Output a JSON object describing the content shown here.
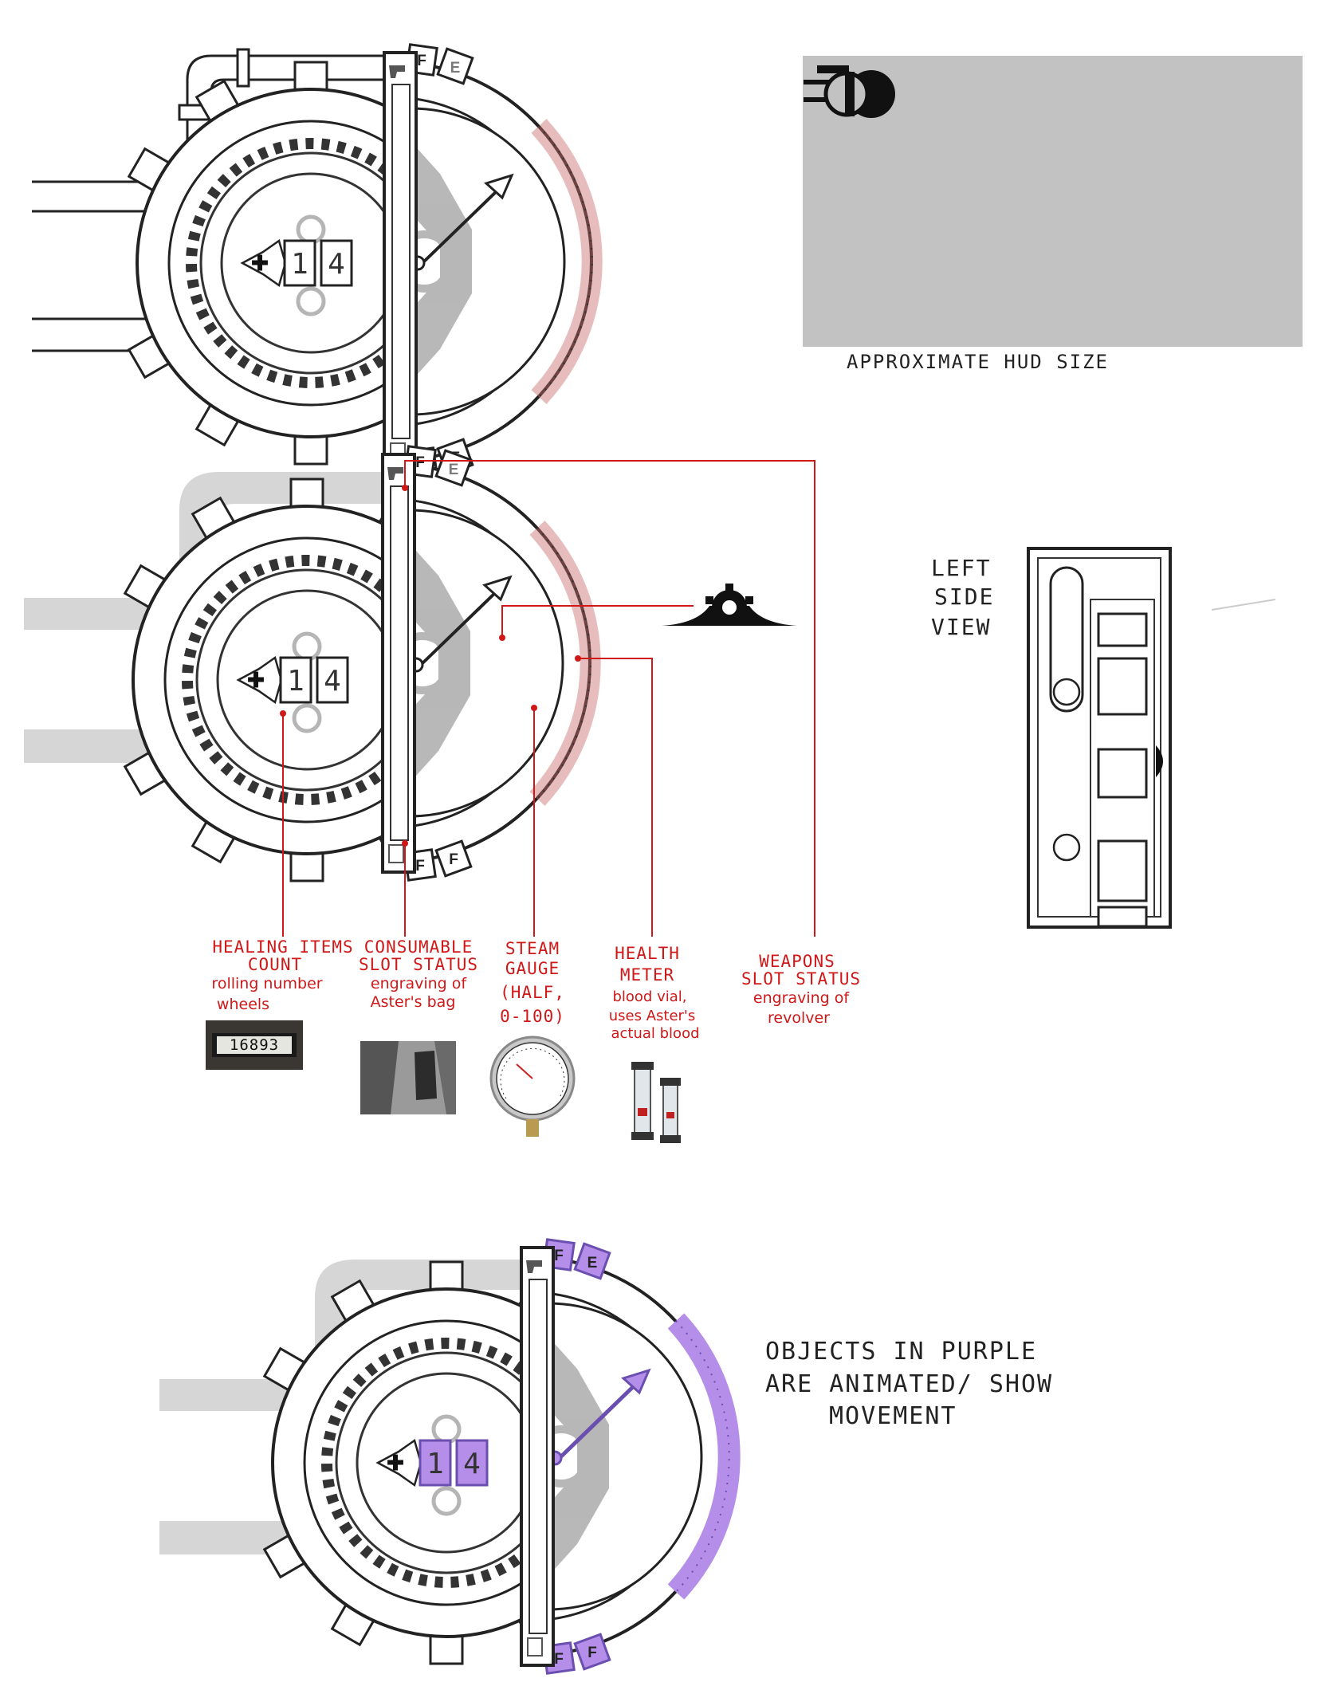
{
  "hud": {
    "counter_digits": [
      "1",
      "4"
    ],
    "slot_labels_top": [
      "F",
      "E"
    ],
    "slot_labels_bottom": [
      "F",
      "F"
    ]
  },
  "hud_size": {
    "caption": "APPROXIMATE HUD SIZE"
  },
  "side_view": {
    "label_lines": [
      "LEFT",
      "SIDE",
      "VIEW"
    ]
  },
  "annotations": [
    {
      "id": "healing",
      "title": [
        "HEALING ITEMS",
        "COUNT"
      ],
      "note": [
        "rolling number",
        "wheels"
      ],
      "ref_value": "16893"
    },
    {
      "id": "consumable",
      "title": [
        "CONSUMABLE",
        "SLOT STATUS"
      ],
      "note": [
        "engraving of",
        "Aster's bag"
      ]
    },
    {
      "id": "steam",
      "title": [
        "STEAM",
        "GAUGE",
        "(HALF,",
        "0-100)"
      ],
      "note": []
    },
    {
      "id": "health",
      "title": [
        "HEALTH",
        "METER"
      ],
      "note": [
        "blood vial,",
        "uses Aster's",
        "actual blood"
      ]
    },
    {
      "id": "weapons",
      "title": [
        "WEAPONS",
        "SLOT STATUS"
      ],
      "note": [
        "engraving of",
        "revolver"
      ]
    }
  ],
  "purple_note": {
    "lines": [
      "OBJECTS IN PURPLE",
      "ARE ANIMATED/ SHOW",
      "MOVEMENT"
    ]
  },
  "colors": {
    "animated": "#b48ee8",
    "annotation": "#d01818",
    "health_tint": "#e9b8b8",
    "engraving": "#9a9a9a"
  }
}
